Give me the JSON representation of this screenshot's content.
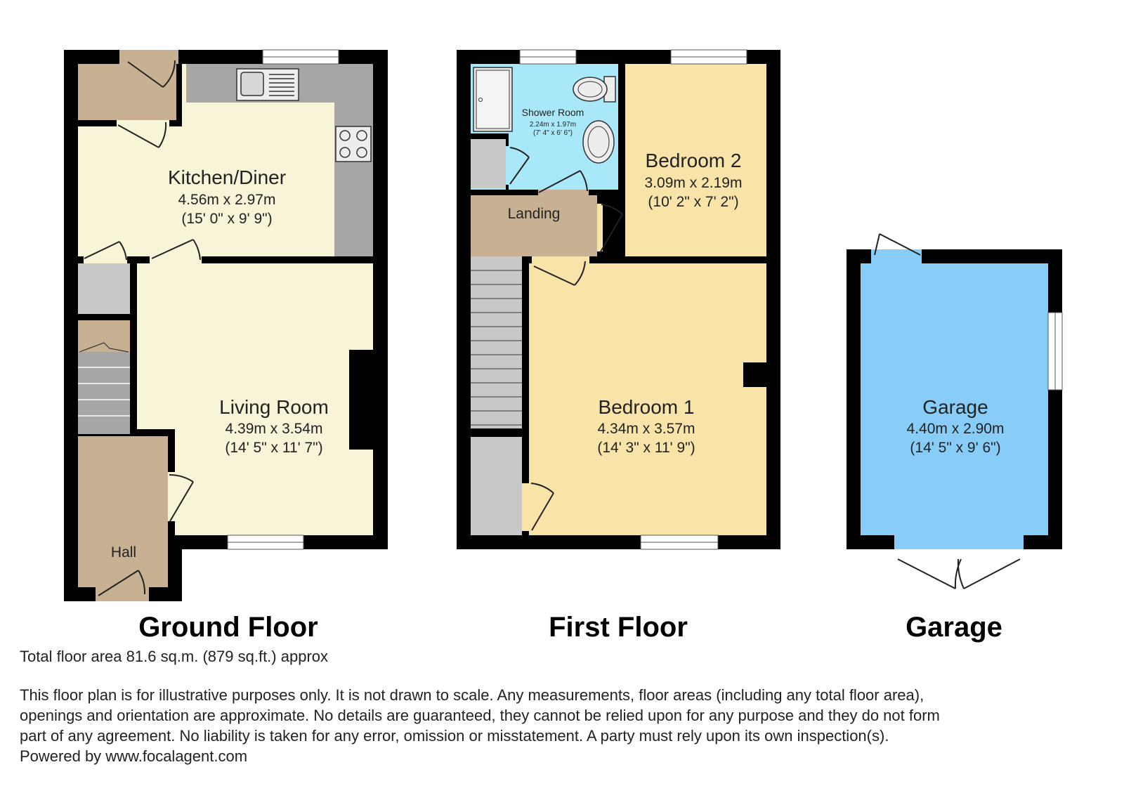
{
  "floors": {
    "ground": {
      "title": "Ground Floor",
      "rooms": {
        "kitchen": {
          "name": "Kitchen/Diner",
          "metric": "4.56m x 2.97m",
          "imperial": "(15' 0\" x 9' 9\")"
        },
        "living": {
          "name": "Living Room",
          "metric": "4.39m x 3.54m",
          "imperial": "(14' 5\" x 11' 7\")"
        },
        "hall": {
          "name": "Hall"
        }
      }
    },
    "first": {
      "title": "First Floor",
      "rooms": {
        "shower": {
          "name": "Shower Room",
          "metric": "2.24m x 1.97m",
          "imperial": "(7' 4\" x 6' 6\")"
        },
        "bedroom2": {
          "name": "Bedroom 2",
          "metric": "3.09m x 2.19m",
          "imperial": "(10' 2\" x 7' 2\")"
        },
        "landing": {
          "name": "Landing"
        },
        "bedroom1": {
          "name": "Bedroom 1",
          "metric": "4.34m x 3.57m",
          "imperial": "(14' 3\" x 11' 9\")"
        }
      }
    },
    "garage": {
      "title": "Garage",
      "rooms": {
        "garage": {
          "name": "Garage",
          "metric": "4.40m x 2.90m",
          "imperial": "(14' 5\" x 9' 6\")"
        }
      }
    }
  },
  "total_area": "Total floor area 81.6 sq.m. (879 sq.ft.) approx",
  "disclaimer": [
    "This floor plan is for illustrative purposes only. It is not drawn to scale. Any measurements, floor areas (including any total floor area),",
    "openings and orientation are approximate. No details are guaranteed, they cannot be relied upon for any purpose and they do not form",
    "part of any agreement. No liability is taken for any error, omission or misstatement. A party must rely upon its own inspection(s).",
    "Powered by www.focalagent.com"
  ],
  "colors": {
    "wall": "#000000",
    "kitchen": "#f8f4d8",
    "living": "#f8f4d8",
    "hall": "#c8b092",
    "cupboard": "#c8b092",
    "worktop": "#a6a6a6",
    "store": "#c8c8c8",
    "shower": "#a8e8f8",
    "bedroom": "#f8e4a8",
    "landing": "#c8b092",
    "garage": "#88ccf8"
  }
}
